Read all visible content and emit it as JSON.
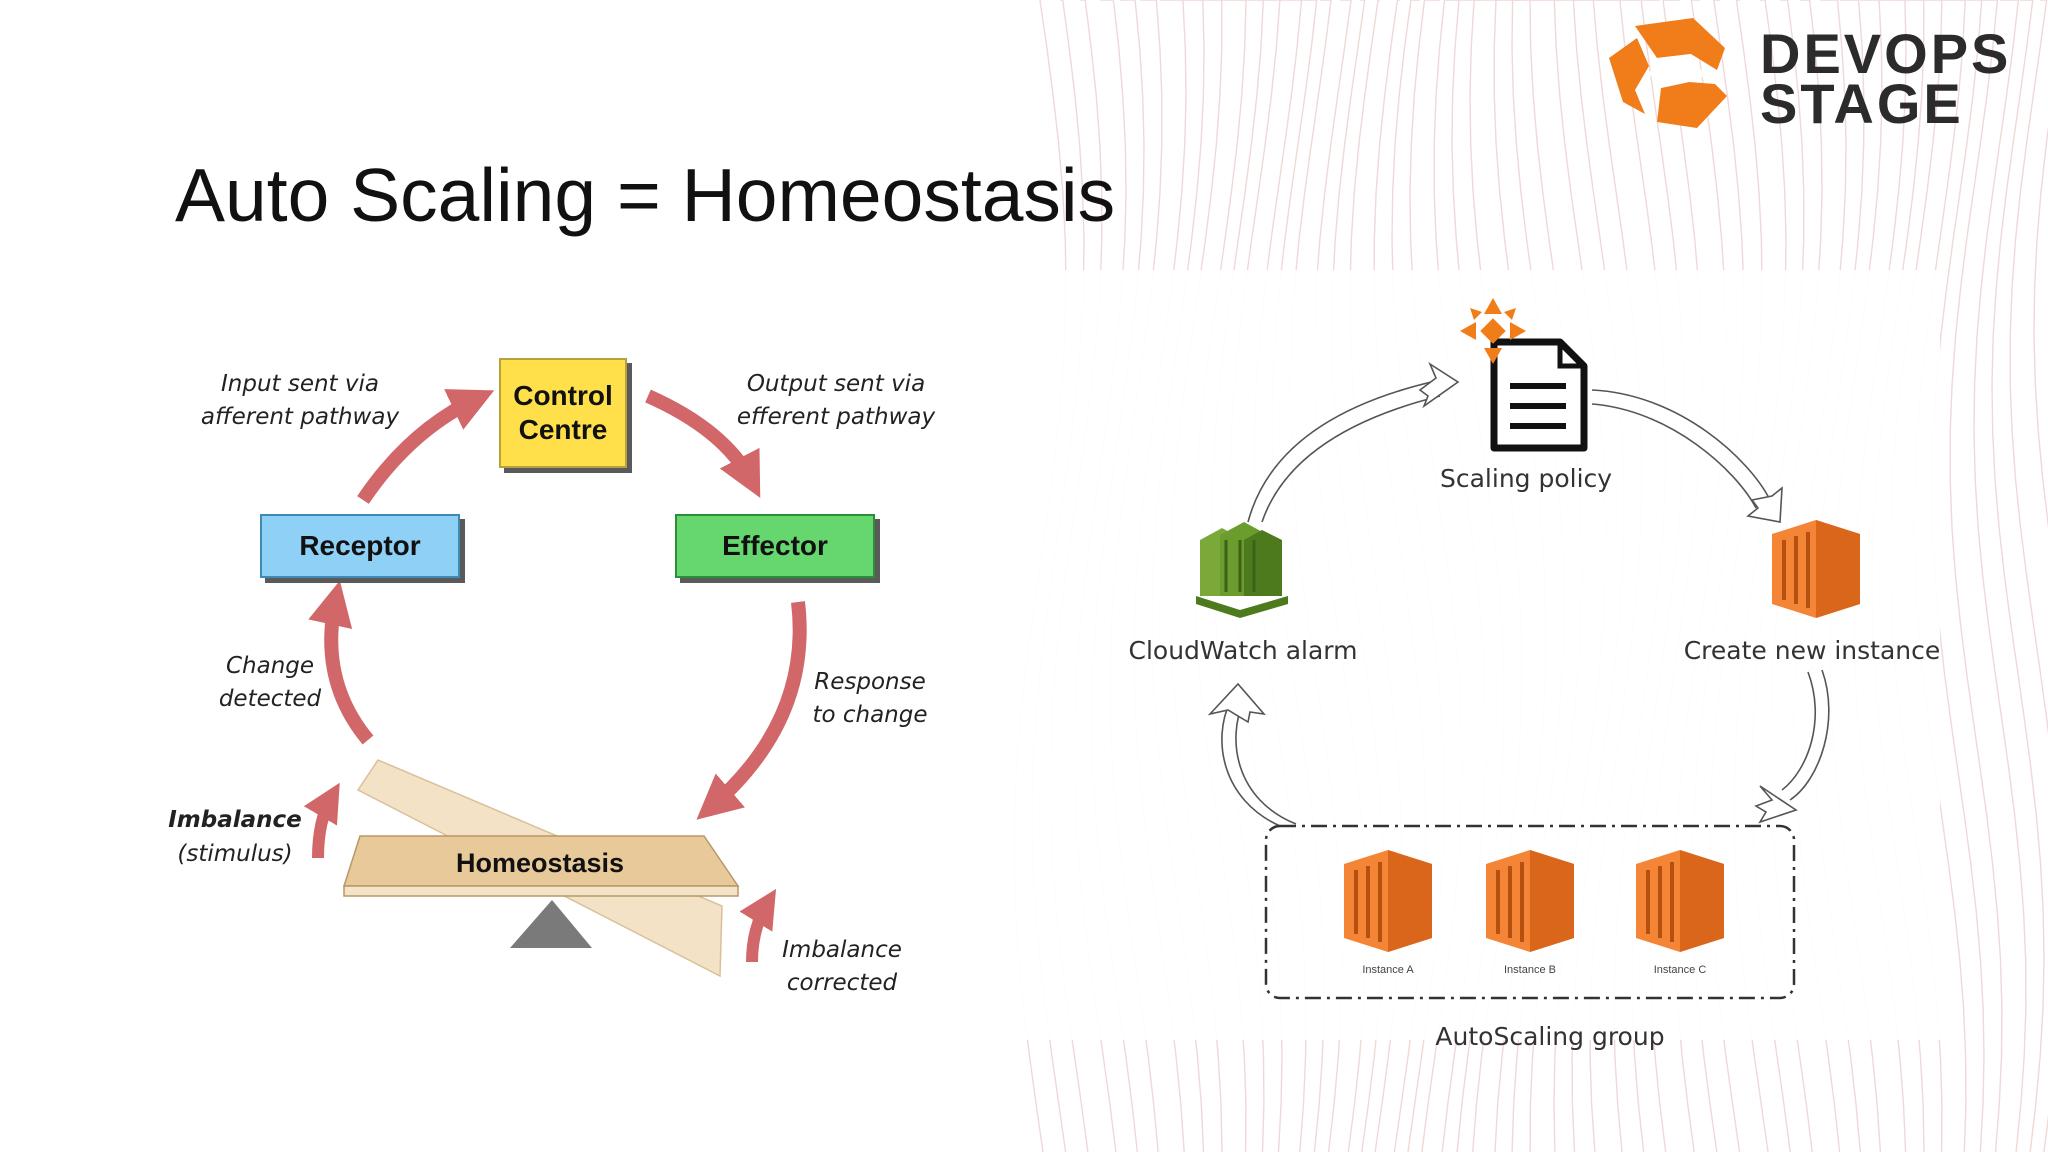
{
  "slide": {
    "title": "Auto Scaling = Homeostasis"
  },
  "logo": {
    "line1": "DEVOPS",
    "line2": "STAGE",
    "accent_color": "#f07d1a"
  },
  "homeostasis_diagram": {
    "control_centre": "Control\nCentre",
    "receptor": "Receptor",
    "effector": "Effector",
    "balance_label": "Homeostasis",
    "input_label": "Input sent via\nafferent pathway",
    "output_label": "Output sent via\nefferent pathway",
    "change_label": "Change\ndetected",
    "response_label": "Response\nto change",
    "imbalance_label": "Imbalance",
    "stimulus_label": "(stimulus)",
    "corrected_label": "Imbalance\ncorrected",
    "colors": {
      "control_centre": "#ffe04a",
      "receptor": "#8fd0f7",
      "effector": "#66d66f",
      "arrow": "#d2676a",
      "balance": "#e8c99a"
    }
  },
  "autoscaling_diagram": {
    "scaling_policy": "Scaling policy",
    "cloudwatch_alarm": "CloudWatch alarm",
    "create_new_instance": "Create new instance",
    "group_label": "AutoScaling group",
    "instances": [
      "Instance A",
      "Instance B",
      "Instance C"
    ],
    "colors": {
      "ec2": "#f58536",
      "cloudwatch": "#6b9c2e"
    }
  }
}
